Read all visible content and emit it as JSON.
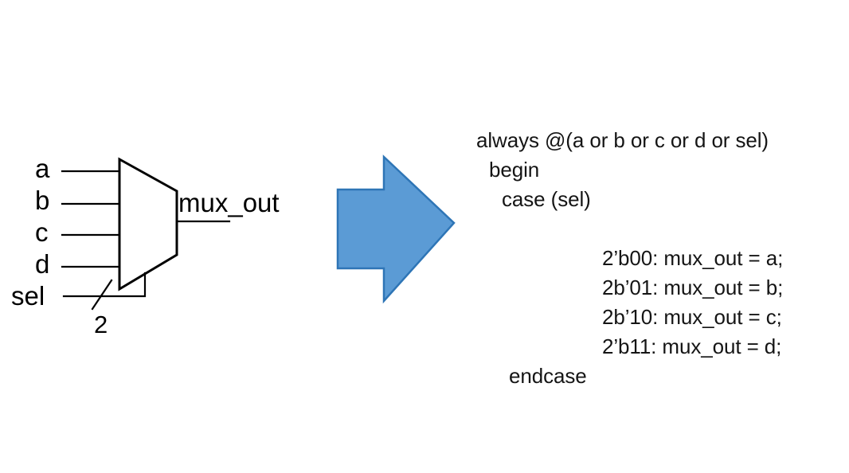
{
  "figure": {
    "kind": "mux-schematic-and-verilog",
    "background_color": "#ffffff"
  },
  "schematic": {
    "title": "4-to-1 multiplexer symbol",
    "inputs": [
      {
        "label": "a"
      },
      {
        "label": "b"
      },
      {
        "label": "c"
      },
      {
        "label": "d"
      }
    ],
    "select": {
      "label": "sel",
      "bus_width": "2"
    },
    "output": {
      "label": "mux_out"
    }
  },
  "arrow": {
    "name": "right-arrow",
    "direction": "right",
    "fill_color": "#5B9BD5",
    "stroke_color": "#2E75B6"
  },
  "code": {
    "language": "Verilog",
    "lines": [
      {
        "text": "always @(a or b or c or d or sel)",
        "indent": "ind-0"
      },
      {
        "text": "begin",
        "indent": "ind-1"
      },
      {
        "text": "case (sel)",
        "indent": "ind-2"
      },
      {
        "text": "",
        "indent": "ind-0"
      },
      {
        "text": "2’b00: mux_out = a;",
        "indent": "ind-3"
      },
      {
        "text": "2b’01: mux_out = b;",
        "indent": "ind-3"
      },
      {
        "text": "2b’10: mux_out = c;",
        "indent": "ind-3"
      },
      {
        "text": "2’b11: mux_out = d;",
        "indent": "ind-3"
      },
      {
        "text": "endcase",
        "indent": "ind-end"
      }
    ]
  }
}
